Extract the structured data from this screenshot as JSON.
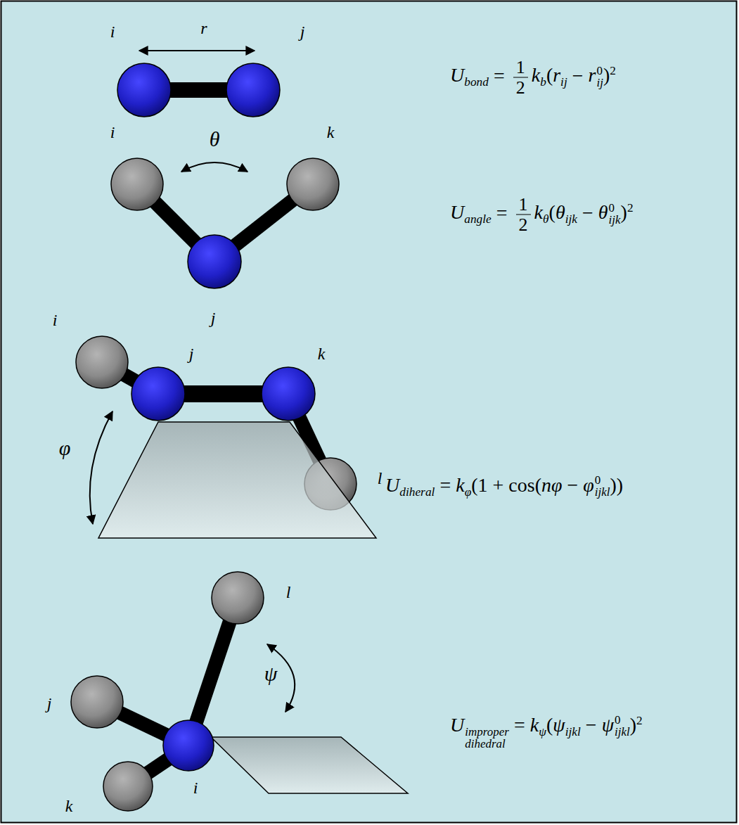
{
  "diagram": {
    "labels": [
      "r",
      "i",
      "j",
      "U",
      "bond",
      "=",
      "1",
      "2",
      "k",
      "b",
      "(",
      "r",
      "ij",
      "−",
      "r",
      "0",
      "ij",
      ")",
      "2",
      "i",
      "θ",
      "k",
      "j",
      "U",
      "angle",
      "=",
      "1",
      "2",
      "k",
      "θ",
      "(",
      "θ",
      "ijk",
      "−",
      "θ",
      "0",
      "ijk",
      ")",
      "2",
      "i",
      "j",
      "k",
      "φ",
      "l",
      "U",
      "diheral",
      "=",
      "k",
      "φ",
      "(1 + cos(",
      "n",
      "φ",
      "−",
      "φ",
      "0",
      "ijkl",
      "))",
      "l",
      "ψ",
      "j",
      "i",
      "k",
      "U",
      "improper",
      "dihedral",
      "=",
      "k",
      "ψ",
      "(",
      "ψ",
      "ijkl",
      "−",
      "ψ",
      "0",
      "ijkl",
      ")",
      "2"
    ]
  }
}
